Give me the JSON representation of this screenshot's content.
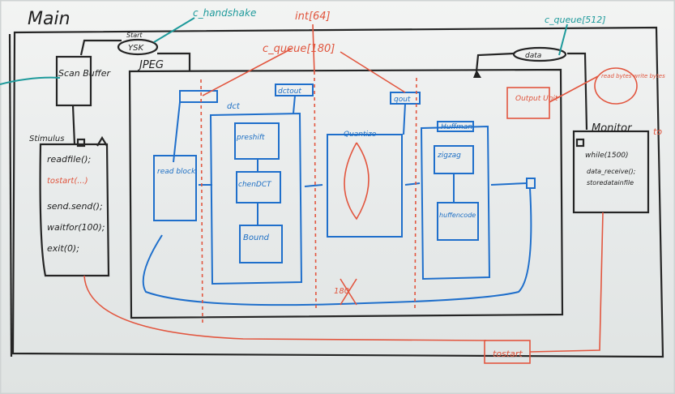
{
  "labels": {
    "main": "Main",
    "c_handshake": "c_handshake",
    "int_64": "int[64]",
    "c_queue_180": "c_queue[180]",
    "c_queue_512": "c_queue[512]",
    "scan_buffer": "Scan Buffer",
    "start": "Start",
    "ysk": "YSK",
    "jpeg": "JPEG",
    "dct": "dct",
    "dctout": "dctout",
    "qout": "qout",
    "data": "data",
    "stimulus": "Stimulus",
    "stim_line1": "readfile();",
    "stim_line2": "tostart(...)",
    "stim_line3": "send.send();",
    "stim_line4": "waitfor(100);",
    "stim_line5": "exit(0);",
    "read_block": "read block",
    "preshift": "preshift",
    "chendct": "chenDCT",
    "bound": "Bound",
    "quantize": "Quantize",
    "huffman": "Huffman",
    "zigzag": "zigzag",
    "huffencode": "huffencode",
    "monitor": "Monitor",
    "mon_line1": "while(1500)",
    "mon_line2": "data_receive();",
    "mon_line3": "storedatainfile",
    "output_unit": "Output Unit",
    "read_bytes": "read bytes write bytes",
    "tostart": "tostart",
    "qcount": "180",
    "word_to": "to"
  },
  "colors": {
    "ink": "#222222",
    "blue": "#1d6fc4",
    "red": "#e0553d",
    "teal": "#1e9a9b",
    "board": "#eef0ef"
  }
}
